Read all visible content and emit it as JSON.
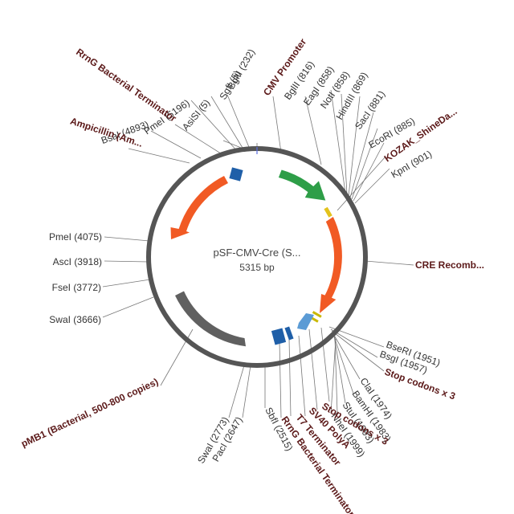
{
  "plasmid": {
    "name": "pSF-CMV-Cre (S...",
    "size": "5315 bp",
    "backbone_color": "#555555"
  },
  "features": [
    {
      "id": "cmv-promoter",
      "label": "CMV Promoter",
      "color": "#2e9e48",
      "arrow": "cw"
    },
    {
      "id": "cre-recombinase",
      "label": "CRE Recomb...",
      "color": "#f15a24",
      "arrow": "cw"
    },
    {
      "id": "ampicillin",
      "label": "Ampicillin (Am...",
      "color": "#f15a24",
      "arrow": "ccw"
    },
    {
      "id": "pmb1-ori",
      "label": "pMB1 (Bacterial, 500-800 copies)",
      "color": "#606060",
      "arrow": "none"
    },
    {
      "id": "rrng-terminator-top",
      "label": "RrnG Bacterial Terminator",
      "color": "#1f5fa8",
      "arrow": "none"
    },
    {
      "id": "kozak-shinedalgarno",
      "label": "KOZAK_ShineDa...",
      "color": "#e3c21c",
      "arrow": "none"
    },
    {
      "id": "stop-codons-a",
      "label": "Stop codons x 3",
      "color": "#c9b800",
      "arrow": "none"
    },
    {
      "id": "stop-codons-b",
      "label": "Stop codons x 3",
      "color": "#c9b800",
      "arrow": "none"
    },
    {
      "id": "sv40-polya",
      "label": "SV40 PolyA",
      "color": "#5b9bd5",
      "arrow": "ccw"
    },
    {
      "id": "t7-terminator",
      "label": "T7 Terminator",
      "color": "#1f5fa8",
      "arrow": "none"
    },
    {
      "id": "rrng-terminator-bottom",
      "label": "RrnG Bacterial Terminator",
      "color": "#1f5fa8",
      "arrow": "none"
    }
  ],
  "sites": [
    {
      "id": "bglii-232",
      "label": "BglII (232)"
    },
    {
      "id": "sgfi-5",
      "label": "SgfI (5)"
    },
    {
      "id": "asisi-5",
      "label": "AsiSI (5)"
    },
    {
      "id": "pmei-5196",
      "label": "PmeI (5196)"
    },
    {
      "id": "bsai-4893",
      "label": "BsaI (4893)"
    },
    {
      "id": "bglii-816",
      "label": "BglII (816)"
    },
    {
      "id": "eagi-858",
      "label": "EagI (858)"
    },
    {
      "id": "noti-858",
      "label": "NotI (858)"
    },
    {
      "id": "hindiii-869",
      "label": "HindIII (869)"
    },
    {
      "id": "saci-881",
      "label": "SacI (881)"
    },
    {
      "id": "ecori-885",
      "label": "EcoRI (885)"
    },
    {
      "id": "kpni-901",
      "label": "KpnI (901)"
    },
    {
      "id": "bseri-1951",
      "label": "BseRI (1951)"
    },
    {
      "id": "bsgi-1957",
      "label": "BsgI (1957)"
    },
    {
      "id": "clai-1974",
      "label": "ClaI (1974)"
    },
    {
      "id": "bamhi-1983",
      "label": "BamHI (1983)"
    },
    {
      "id": "stui-1993",
      "label": "StuI (1993)"
    },
    {
      "id": "nhei-1999",
      "label": "NheI (1999)"
    },
    {
      "id": "sbfi-2515",
      "label": "SbfI (2515)"
    },
    {
      "id": "paci-2647",
      "label": "PacI (2647)"
    },
    {
      "id": "swai-2773",
      "label": "SwaI (2773)"
    },
    {
      "id": "pmei-4075",
      "label": "PmeI (4075)"
    },
    {
      "id": "asci-3918",
      "label": "AscI (3918)"
    },
    {
      "id": "fsei-3772",
      "label": "FseI (3772)"
    },
    {
      "id": "swai-3666",
      "label": "SwaI (3666)"
    }
  ]
}
